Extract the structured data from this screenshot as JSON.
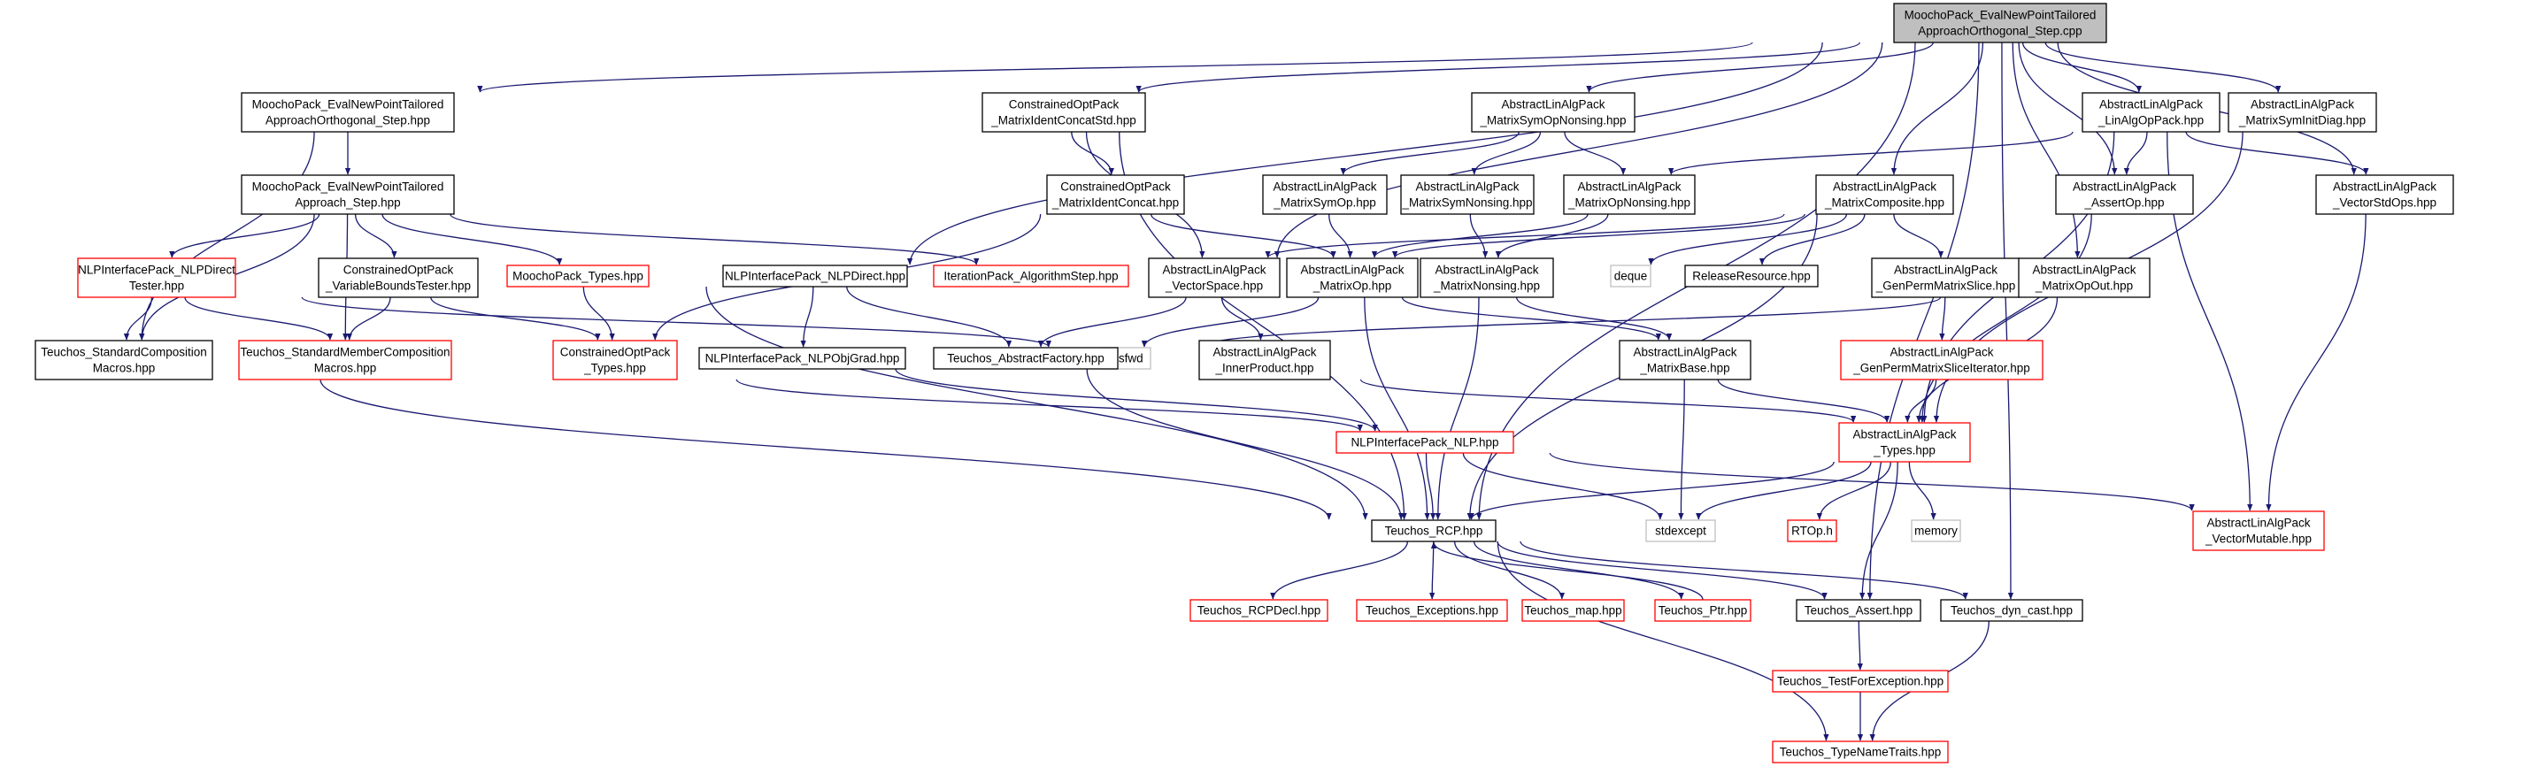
{
  "colors": {
    "root_fill": "#bfbfbf",
    "node_border": "#000000",
    "external_border": "#bfbfbf",
    "truncated_border": "#ff0000",
    "edge": "#191970",
    "background": "#ffffff"
  },
  "nodes": [
    {
      "id": "root",
      "lines": [
        "MoochoPack_EvalNewPointTailored",
        "ApproachOrthogonal_Step.cpp"
      ],
      "kind": "root"
    },
    {
      "id": "eno_hpp",
      "lines": [
        "MoochoPack_EvalNewPointTailored",
        "ApproachOrthogonal_Step.hpp"
      ],
      "kind": "normal"
    },
    {
      "id": "mics",
      "lines": [
        "ConstrainedOptPack",
        "_MatrixIdentConcatStd.hpp"
      ],
      "kind": "normal"
    },
    {
      "id": "msymopnon",
      "lines": [
        "AbstractLinAlgPack",
        "_MatrixSymOpNonsing.hpp"
      ],
      "kind": "normal"
    },
    {
      "id": "linalgop",
      "lines": [
        "AbstractLinAlgPack",
        "_LinAlgOpPack.hpp"
      ],
      "kind": "normal"
    },
    {
      "id": "msyminit",
      "lines": [
        "AbstractLinAlgPack",
        "_MatrixSymInitDiag.hpp"
      ],
      "kind": "normal"
    },
    {
      "id": "approach",
      "lines": [
        "MoochoPack_EvalNewPointTailored",
        "Approach_Step.hpp"
      ],
      "kind": "normal"
    },
    {
      "id": "mic",
      "lines": [
        "ConstrainedOptPack",
        "_MatrixIdentConcat.hpp"
      ],
      "kind": "normal"
    },
    {
      "id": "msymop",
      "lines": [
        "AbstractLinAlgPack",
        "_MatrixSymOp.hpp"
      ],
      "kind": "normal"
    },
    {
      "id": "msymnon",
      "lines": [
        "AbstractLinAlgPack",
        "_MatrixSymNonsing.hpp"
      ],
      "kind": "normal"
    },
    {
      "id": "mopnon",
      "lines": [
        "AbstractLinAlgPack",
        "_MatrixOpNonsing.hpp"
      ],
      "kind": "normal"
    },
    {
      "id": "mcomp",
      "lines": [
        "AbstractLinAlgPack",
        "_MatrixComposite.hpp"
      ],
      "kind": "normal"
    },
    {
      "id": "assertop",
      "lines": [
        "AbstractLinAlgPack",
        "_AssertOp.hpp"
      ],
      "kind": "normal"
    },
    {
      "id": "vstdops",
      "lines": [
        "AbstractLinAlgPack",
        "_VectorStdOps.hpp"
      ],
      "kind": "normal"
    },
    {
      "id": "nlpdt",
      "lines": [
        "NLPInterfacePack_NLPDirect",
        "Tester.hpp"
      ],
      "kind": "truncated"
    },
    {
      "id": "vbt",
      "lines": [
        "ConstrainedOptPack",
        "_VariableBoundsTester.hpp"
      ],
      "kind": "normal"
    },
    {
      "id": "mtypes",
      "lines": [
        "MoochoPack_Types.hpp"
      ],
      "kind": "truncated"
    },
    {
      "id": "nlpdirect",
      "lines": [
        "NLPInterfacePack_NLPDirect.hpp"
      ],
      "kind": "normal"
    },
    {
      "id": "iterstep",
      "lines": [
        "IterationPack_AlgorithmStep.hpp"
      ],
      "kind": "truncated"
    },
    {
      "id": "vspace",
      "lines": [
        "AbstractLinAlgPack",
        "_VectorSpace.hpp"
      ],
      "kind": "normal"
    },
    {
      "id": "matop",
      "lines": [
        "AbstractLinAlgPack",
        "_MatrixOp.hpp"
      ],
      "kind": "normal"
    },
    {
      "id": "mnonsing",
      "lines": [
        "AbstractLinAlgPack",
        "_MatrixNonsing.hpp"
      ],
      "kind": "normal"
    },
    {
      "id": "deque",
      "lines": [
        "deque"
      ],
      "kind": "external"
    },
    {
      "id": "relres",
      "lines": [
        "ReleaseResource.hpp"
      ],
      "kind": "normal"
    },
    {
      "id": "genperm",
      "lines": [
        "AbstractLinAlgPack",
        "_GenPermMatrixSlice.hpp"
      ],
      "kind": "normal"
    },
    {
      "id": "mopout",
      "lines": [
        "AbstractLinAlgPack",
        "_MatrixOpOut.hpp"
      ],
      "kind": "normal"
    },
    {
      "id": "stdcomp",
      "lines": [
        "Teuchos_StandardComposition",
        "Macros.hpp"
      ],
      "kind": "normal"
    },
    {
      "id": "stdmem",
      "lines": [
        "Teuchos_StandardMemberComposition",
        "Macros.hpp"
      ],
      "kind": "truncated"
    },
    {
      "id": "coptypes",
      "lines": [
        "ConstrainedOptPack",
        "_Types.hpp"
      ],
      "kind": "truncated"
    },
    {
      "id": "iosfwd",
      "lines": [
        "iosfwd"
      ],
      "kind": "external"
    },
    {
      "id": "nlpobj",
      "lines": [
        "NLPInterfacePack_NLPObjGrad.hpp"
      ],
      "kind": "normal"
    },
    {
      "id": "absfact",
      "lines": [
        "Teuchos_AbstractFactory.hpp"
      ],
      "kind": "normal"
    },
    {
      "id": "innerprod",
      "lines": [
        "AbstractLinAlgPack",
        "_InnerProduct.hpp"
      ],
      "kind": "normal"
    },
    {
      "id": "mbase",
      "lines": [
        "AbstractLinAlgPack",
        "_MatrixBase.hpp"
      ],
      "kind": "normal"
    },
    {
      "id": "gpmsi",
      "lines": [
        "AbstractLinAlgPack",
        "_GenPermMatrixSliceIterator.hpp"
      ],
      "kind": "truncated"
    },
    {
      "id": "nlp",
      "lines": [
        "NLPInterfacePack_NLP.hpp"
      ],
      "kind": "truncated"
    },
    {
      "id": "atypes",
      "lines": [
        "AbstractLinAlgPack",
        "_Types.hpp"
      ],
      "kind": "truncated"
    },
    {
      "id": "rcp",
      "lines": [
        "Teuchos_RCP.hpp"
      ],
      "kind": "normal"
    },
    {
      "id": "stdexcept",
      "lines": [
        "stdexcept"
      ],
      "kind": "external"
    },
    {
      "id": "rtop",
      "lines": [
        "RTOp.h"
      ],
      "kind": "truncated"
    },
    {
      "id": "memory",
      "lines": [
        "memory"
      ],
      "kind": "external"
    },
    {
      "id": "vmut",
      "lines": [
        "AbstractLinAlgPack",
        "_VectorMutable.hpp"
      ],
      "kind": "truncated"
    },
    {
      "id": "rcpdecl",
      "lines": [
        "Teuchos_RCPDecl.hpp"
      ],
      "kind": "truncated"
    },
    {
      "id": "exceptions",
      "lines": [
        "Teuchos_Exceptions.hpp"
      ],
      "kind": "truncated"
    },
    {
      "id": "map",
      "lines": [
        "Teuchos_map.hpp"
      ],
      "kind": "truncated"
    },
    {
      "id": "ptr",
      "lines": [
        "Teuchos_Ptr.hpp"
      ],
      "kind": "truncated"
    },
    {
      "id": "tassert",
      "lines": [
        "Teuchos_Assert.hpp"
      ],
      "kind": "normal"
    },
    {
      "id": "dyncast",
      "lines": [
        "Teuchos_dyn_cast.hpp"
      ],
      "kind": "normal"
    },
    {
      "id": "testexc",
      "lines": [
        "Teuchos_TestForException.hpp"
      ],
      "kind": "truncated"
    },
    {
      "id": "tnt",
      "lines": [
        "Teuchos_TypeNameTraits.hpp"
      ],
      "kind": "truncated"
    }
  ]
}
